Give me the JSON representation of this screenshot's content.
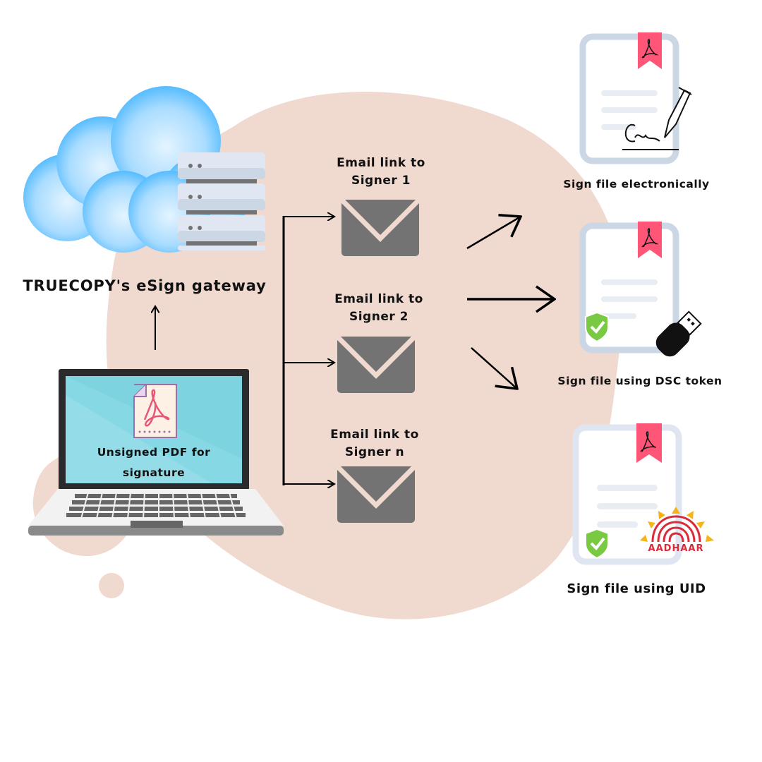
{
  "gateway": {
    "label": "TRUECOPY's eSign gateway"
  },
  "laptop": {
    "document_label_line1": "Unsigned PDF for",
    "document_label_line2": "signature"
  },
  "signers": [
    {
      "line1": "Email link to",
      "line2": "Signer 1"
    },
    {
      "line1": "Email link to",
      "line2": "Signer 2"
    },
    {
      "line1": "Email link to",
      "line2": "Signer n"
    }
  ],
  "outcomes": [
    {
      "label": "Sign file electronically"
    },
    {
      "label": "Sign file using DSC token"
    },
    {
      "label": "Sign file using UID",
      "logo_text": "AADHAAR"
    }
  ],
  "colors": {
    "blob": "#f0d9cf",
    "envelope": "#737373",
    "bookmark": "#ff5577",
    "doc_border": "#cbd7e4",
    "shield": "#7ac943",
    "cloud": "#44b6ff"
  }
}
